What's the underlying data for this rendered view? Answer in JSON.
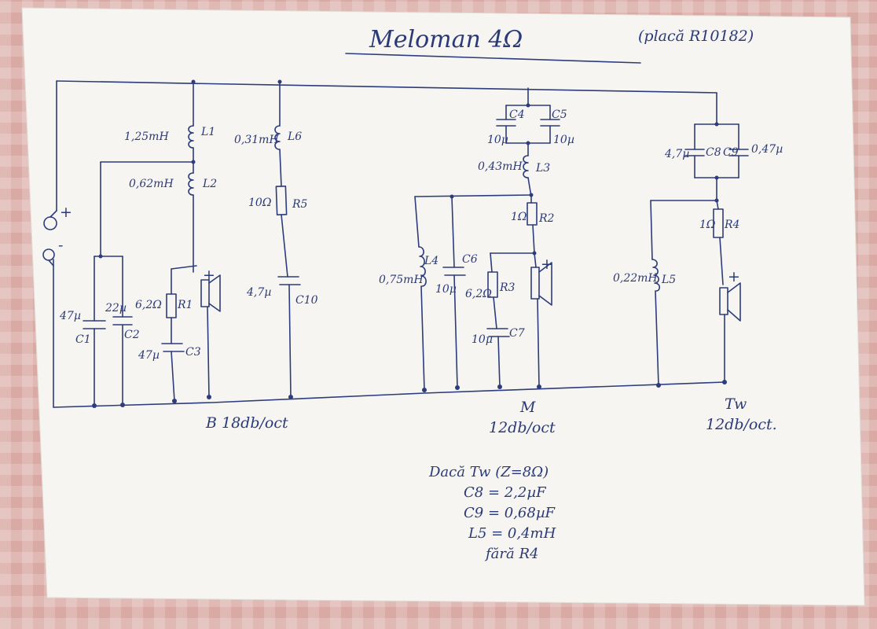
{
  "title": "Meloman 4Ω",
  "subtitle": "(placă R10182)",
  "polarity": {
    "plus": "+",
    "minus": "-"
  },
  "components": {
    "L1": {
      "name": "L1",
      "value": "1,25mH"
    },
    "L2": {
      "name": "L2",
      "value": "0,62mH"
    },
    "L6": {
      "name": "L6",
      "value": "0,31mH"
    },
    "R5": {
      "name": "R5",
      "value": "10Ω"
    },
    "C10": {
      "name": "C10",
      "value": "4,7µ"
    },
    "C1": {
      "name": "C1",
      "value": "47µ"
    },
    "C2": {
      "name": "C2",
      "value": "22µ"
    },
    "R1": {
      "name": "R1",
      "value": "6,2Ω"
    },
    "C3": {
      "name": "C3",
      "value": "47µ"
    },
    "C4": {
      "name": "C4",
      "value": "10µ"
    },
    "C5": {
      "name": "C5",
      "value": "10µ"
    },
    "L3": {
      "name": "L3",
      "value": "0,43mH"
    },
    "R2": {
      "name": "R2",
      "value": "1Ω"
    },
    "L4": {
      "name": "L4",
      "value": "0,75mH"
    },
    "C6": {
      "name": "C6",
      "value": "10µ"
    },
    "R3": {
      "name": "R3",
      "value": "6,2Ω"
    },
    "C7": {
      "name": "C7",
      "value": "10µ"
    },
    "C8": {
      "name": "C8",
      "value": "4,7µ"
    },
    "C9": {
      "name": "C9",
      "value": "0,47µ"
    },
    "R4": {
      "name": "R4",
      "value": "1Ω"
    },
    "L5": {
      "name": "L5",
      "value": "0,22mH"
    }
  },
  "speakers": {
    "bass": {
      "plus": "+"
    },
    "mid": {
      "plus": "+"
    },
    "tweeter": {
      "plus": "+"
    }
  },
  "sections": {
    "bass": "B 18db/oct",
    "mid_name": "M",
    "mid_slope": "12db/oct",
    "tweeter_name": "Tw",
    "tweeter_slope": "12db/oct."
  },
  "note": {
    "line1": "Dacă Tw (Z=8Ω)",
    "line2": "C8 = 2,2µF",
    "line3": "C9 = 0,68µF",
    "line4": "L5 = 0,4mH",
    "line5": "fără R4"
  },
  "colors": {
    "ink": "#2d3c7c",
    "paper": "#f6f5f1",
    "tablecloth": "#d9a9a4"
  }
}
